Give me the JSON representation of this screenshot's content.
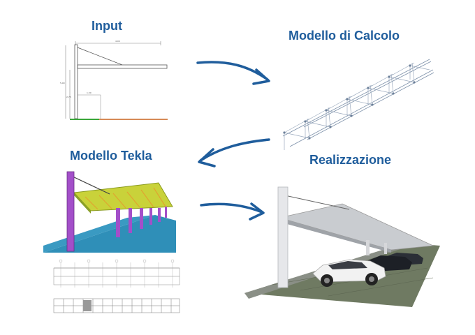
{
  "titles": {
    "input": "Input",
    "calc": "Modello di Calcolo",
    "tekla": "Modello Tekla",
    "real": "Realizzazione"
  },
  "input_drawing": {
    "dims": [
      "4,00",
      "5,00",
      "1,50",
      "2,75"
    ]
  },
  "colors": {
    "title": "#1f5d9c",
    "arrow": "#1f5d9c",
    "tekla_column": "#a34fc9",
    "tekla_floor": "#2f8fb8",
    "tekla_roof": "#c9d23a",
    "ground_green": "#3aa63a",
    "ground_orange": "#c8641e"
  }
}
